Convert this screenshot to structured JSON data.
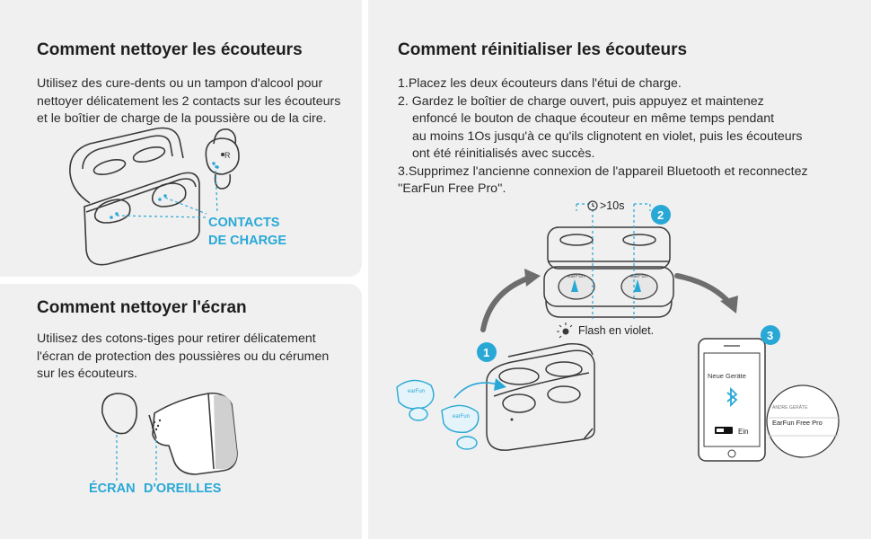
{
  "clean_earbuds": {
    "title": "Comment nettoyer les écouteurs",
    "text": [
      "Utilisez des cure-dents ou un tampon d'alcool pour",
      "nettoyer délicatement les 2 contacts sur les écouteurs",
      "et le boîtier de charge de la poussière ou de la cire."
    ],
    "label_line1": "CONTACTS",
    "label_line2": "DE CHARGE",
    "earbud_letter": "R"
  },
  "clean_screen": {
    "title": "Comment nettoyer l'écran",
    "text": [
      "Utilisez des cotons-tiges pour retirer délicatement",
      "l'écran de protection des poussières ou du cérumen",
      "sur les écouteurs."
    ],
    "label_left": "ÉCRAN",
    "label_right": "D'OREILLES"
  },
  "reset": {
    "title": "Comment réinitialiser les écouteurs",
    "steps": [
      "1.Placez les deux écouteurs dans l'étui de charge.",
      "2. Gardez le boîtier de charge ouvert, puis appuyez et maintenez",
      "enfoncé le bouton de chaque écouteur en même temps pendant",
      "au moins 1Os jusqu'à ce qu'ils clignotent en violet, puis les écouteurs",
      "ont été réinitialisés avec succès.",
      "3.Supprimez l'ancienne connexion de l'appareil Bluetooth et reconnectez",
      "''EarFun Free Pro''."
    ],
    "timer_label": ">10s",
    "flash_label": "Flash en violet.",
    "badge1": "1",
    "badge2": "2",
    "badge3": "3",
    "brand": "earFun",
    "phone": {
      "screen_title": "Neue Geräte",
      "popup_header": "ANDRE GERÄTE",
      "device_name": "EarFun Free Pro",
      "toggle_label": "Ein"
    }
  },
  "colors": {
    "accent_blue": "#29a8d6",
    "panel_bg": "#f0f0f0",
    "line": "#3a3a3a"
  }
}
